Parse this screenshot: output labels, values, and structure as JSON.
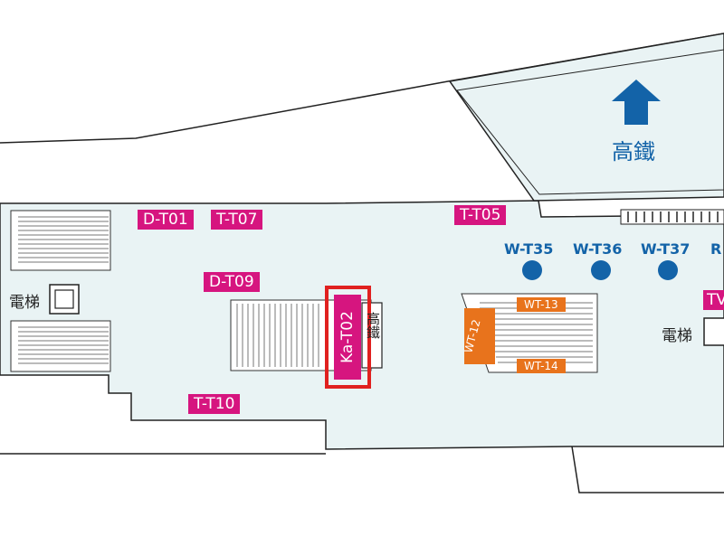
{
  "destination": {
    "label": "高鐵",
    "arrow_icon": "up-arrow-icon"
  },
  "gates_pink": {
    "d_t01": "D-T01",
    "t_t07": "T-T07",
    "t_t05": "T-T05",
    "d_t09": "D-T09",
    "t_t10": "T-T10",
    "tv": "TV",
    "ka_t02": "Ka-T02"
  },
  "gates_blue": {
    "w_t35": "W-T35",
    "w_t36": "W-T36",
    "w_t37": "W-T37",
    "r_partial": "R"
  },
  "gates_orange": {
    "wt_13": "WT-13",
    "wt_14": "WT-14",
    "wt_12": "WT-12"
  },
  "facilities": {
    "elevator_left": "電梯",
    "elevator_right": "電梯",
    "hsr_sign": "高鐵"
  },
  "colors": {
    "floor_fill": "#e9f3f4",
    "outline": "#222222",
    "pink": "#d6157f",
    "orange": "#e8731c",
    "blue": "#1363a8",
    "highlight": "#e0201f"
  }
}
